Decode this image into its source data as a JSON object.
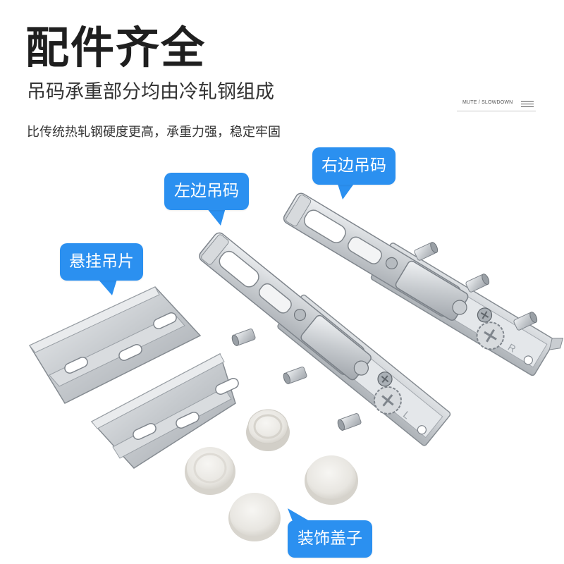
{
  "header": {
    "title": "配件齐全",
    "subtitle": "吊码承重部分均由冷轧钢组成",
    "description": "比传统热轧钢硬度更高，承重力强，稳定牢固",
    "tagline": "MUTE  /  SLOWDOWN",
    "menu_icon": "menu-icon"
  },
  "callouts": {
    "right_hanger": "右边吊码",
    "left_hanger": "左边吊码",
    "hanging_plate": "悬挂吊片",
    "decor_caps": "装饰盖子"
  },
  "markings": {
    "right": "R",
    "left": "L"
  },
  "colors": {
    "accent": "#2b90f0",
    "title": "#1f1f1f",
    "text": "#333333",
    "background": "#ffffff",
    "metal": "#c4c8cc",
    "cap": "#ebe9e4"
  }
}
